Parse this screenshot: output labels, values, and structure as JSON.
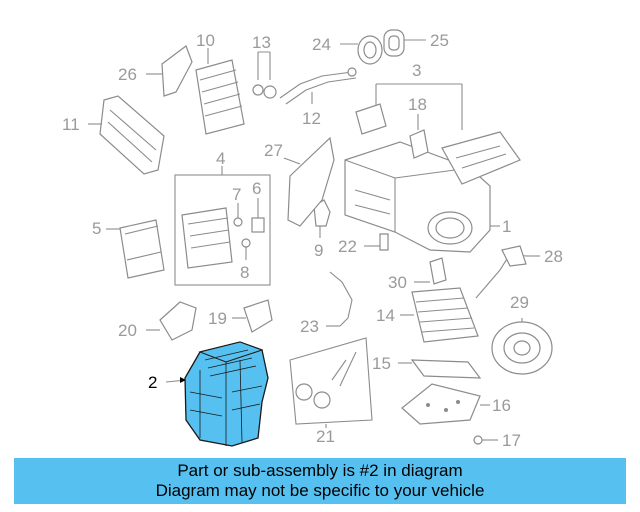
{
  "diagram": {
    "highlight_color": "#56c1f0",
    "callouts": [
      {
        "id": "c1",
        "label": "1"
      },
      {
        "id": "c2",
        "label": "2"
      },
      {
        "id": "c3",
        "label": "3"
      },
      {
        "id": "c4",
        "label": "4"
      },
      {
        "id": "c5",
        "label": "5"
      },
      {
        "id": "c6",
        "label": "6"
      },
      {
        "id": "c7",
        "label": "7"
      },
      {
        "id": "c8",
        "label": "8"
      },
      {
        "id": "c9",
        "label": "9"
      },
      {
        "id": "c10",
        "label": "10"
      },
      {
        "id": "c11",
        "label": "11"
      },
      {
        "id": "c12",
        "label": "12"
      },
      {
        "id": "c13",
        "label": "13"
      },
      {
        "id": "c14",
        "label": "14"
      },
      {
        "id": "c15",
        "label": "15"
      },
      {
        "id": "c16",
        "label": "16"
      },
      {
        "id": "c17",
        "label": "17"
      },
      {
        "id": "c18",
        "label": "18"
      },
      {
        "id": "c19",
        "label": "19"
      },
      {
        "id": "c20",
        "label": "20"
      },
      {
        "id": "c21",
        "label": "21"
      },
      {
        "id": "c22",
        "label": "22"
      },
      {
        "id": "c23",
        "label": "23"
      },
      {
        "id": "c24",
        "label": "24"
      },
      {
        "id": "c25",
        "label": "25"
      },
      {
        "id": "c26",
        "label": "26"
      },
      {
        "id": "c27",
        "label": "27"
      },
      {
        "id": "c28",
        "label": "28"
      },
      {
        "id": "c29",
        "label": "29"
      },
      {
        "id": "c30",
        "label": "30"
      }
    ]
  },
  "banner": {
    "line1": "Part or sub-assembly is #2 in diagram",
    "line2": "Diagram may not be specific to your vehicle",
    "background": "#56c1f0"
  }
}
